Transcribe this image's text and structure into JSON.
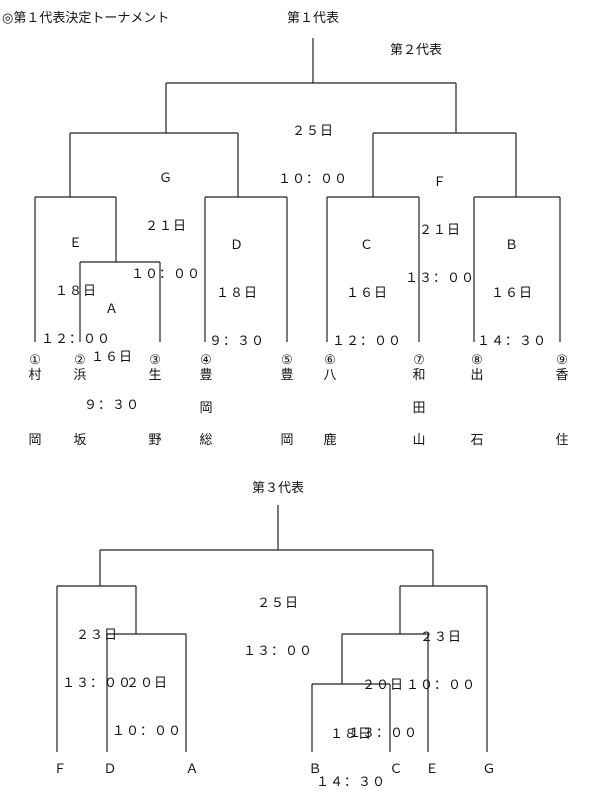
{
  "doc_title": "◎第１代表決定トーナメント",
  "rep1": "第１代表",
  "rep2": "第２代表",
  "rep3": "第３代表",
  "t1": {
    "final": {
      "date": "２５日",
      "time": "１０：００"
    },
    "G": {
      "label": "Ｇ",
      "date": "２１日",
      "time": "１０：００"
    },
    "F": {
      "label": "Ｆ",
      "date": "２１日",
      "time": "１３：００"
    },
    "E": {
      "label": "Ｅ",
      "date": "１８日",
      "time": "１２：００"
    },
    "D": {
      "label": "Ｄ",
      "date": "１８日",
      "time": "９：３０"
    },
    "C": {
      "label": "Ｃ",
      "date": "１６日",
      "time": "１２：００"
    },
    "B": {
      "label": "Ｂ",
      "date": "１６日",
      "time": "１４：３０"
    },
    "A": {
      "label": "Ａ",
      "date": "１６日",
      "time": "９：３０"
    },
    "teams": [
      {
        "num": "①",
        "line1": "村",
        "line2": "",
        "line3": "岡"
      },
      {
        "num": "②",
        "line1": "浜",
        "line2": "",
        "line3": "坂"
      },
      {
        "num": "③",
        "line1": "生",
        "line2": "",
        "line3": "野"
      },
      {
        "num": "④",
        "line1": "豊",
        "line2": "岡",
        "line3": "総"
      },
      {
        "num": "⑤",
        "line1": "豊",
        "line2": "",
        "line3": "岡"
      },
      {
        "num": "⑥",
        "line1": "八",
        "line2": "",
        "line3": "鹿"
      },
      {
        "num": "⑦",
        "line1": "和",
        "line2": "田",
        "line3": "山"
      },
      {
        "num": "⑧",
        "line1": "出",
        "line2": "",
        "line3": "石"
      },
      {
        "num": "⑨",
        "line1": "香",
        "line2": "",
        "line3": "住"
      }
    ]
  },
  "t3": {
    "final": {
      "date": "２５日",
      "time": "１３：００"
    },
    "left_semi": {
      "date": "２３日",
      "time": "１３：００"
    },
    "left_qf": {
      "date": "２０日",
      "time": "１０：００"
    },
    "right_semi": {
      "date": "２３日",
      "time": "１０：００"
    },
    "right_qf": {
      "date": "２０日",
      "time": "１３：００"
    },
    "right_r1": {
      "date": "１８日",
      "time": "１４：３０"
    },
    "entrants": [
      "Ｆ",
      "Ｄ",
      "Ａ",
      "Ｂ",
      "Ｃ",
      "Ｅ",
      "Ｇ"
    ]
  }
}
